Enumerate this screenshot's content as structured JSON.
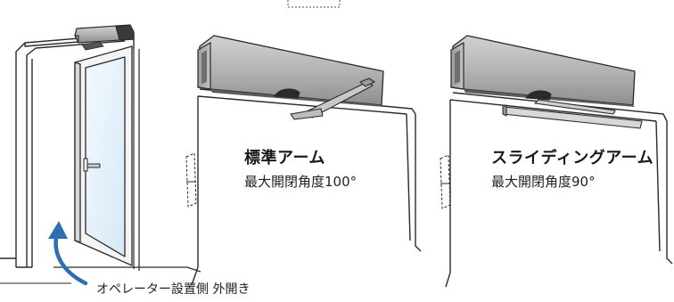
{
  "caption": "オペレーター設置側 外開き",
  "arms": [
    {
      "title": "標準アーム",
      "subtitle": "最大開閉角度100°"
    },
    {
      "title": "スライディングアーム",
      "subtitle": "最大開閉角度90°"
    }
  ],
  "colors": {
    "operator_body": "#b5b5b5",
    "operator_dark": "#7c7c7c",
    "glass": "#e6f2fb",
    "arrow": "#2f6fb0",
    "line": "#2a2a2a"
  }
}
